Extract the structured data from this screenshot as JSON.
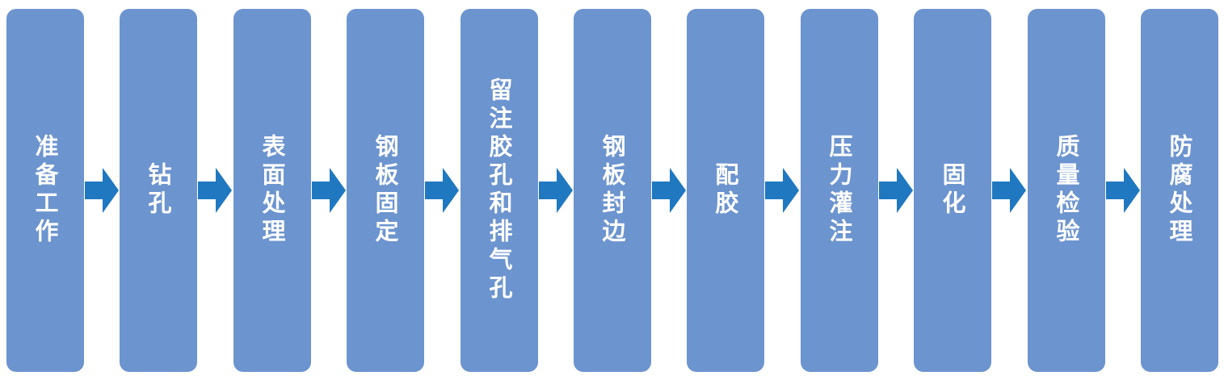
{
  "colors": {
    "box_fill": "#6c94cf",
    "box_text": "#ffffff",
    "arrow_fill": "#1f78c0"
  },
  "steps": [
    {
      "label": "准备工作"
    },
    {
      "label": "钻孔"
    },
    {
      "label": "表面处理"
    },
    {
      "label": "钢板固定"
    },
    {
      "label": "留注胶孔和排气孔"
    },
    {
      "label": "钢板封边"
    },
    {
      "label": "配胶"
    },
    {
      "label": "压力灌注"
    },
    {
      "label": "固化"
    },
    {
      "label": "质量检验"
    },
    {
      "label": "防腐处理"
    }
  ]
}
